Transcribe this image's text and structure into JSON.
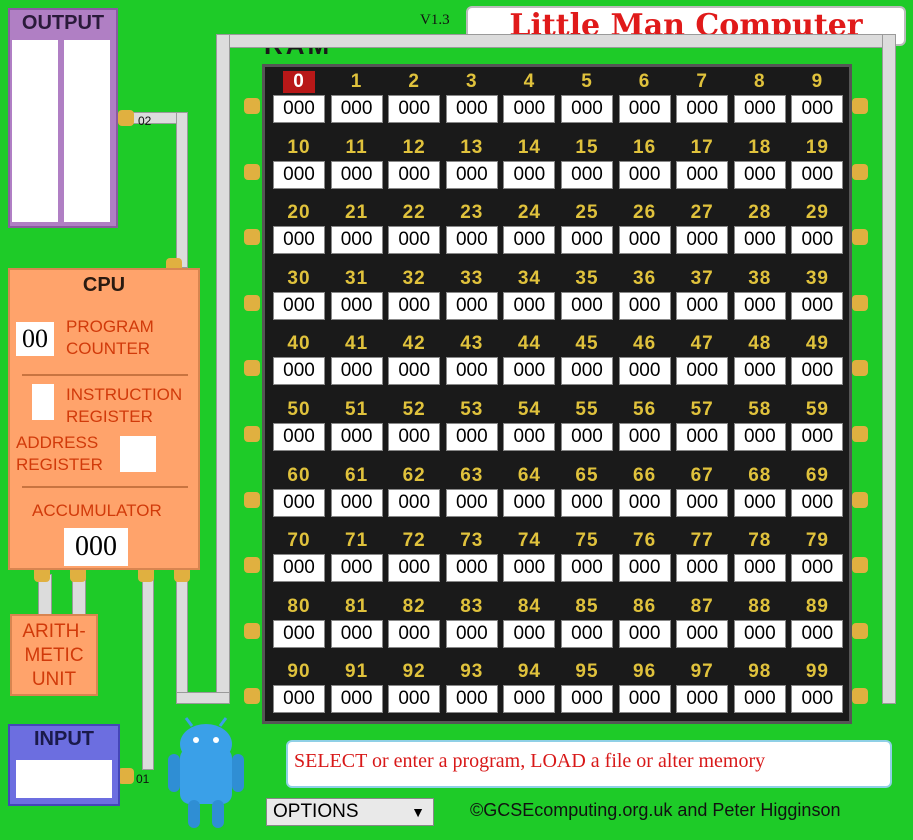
{
  "app": {
    "version": "V1.3",
    "title": "Little Man Computer",
    "ram_label": "RAM",
    "credit": "©GCSEcomputing.org.uk and Peter Higginson",
    "message": "SELECT or enter a program, LOAD a file or alter memory"
  },
  "output": {
    "label": "OUTPUT",
    "pin": "02"
  },
  "input": {
    "label": "INPUT",
    "pin": "01",
    "value": ""
  },
  "cpu": {
    "label": "CPU",
    "program_counter_label_1": "PROGRAM",
    "program_counter_label_2": "COUNTER",
    "program_counter_value": "00",
    "instruction_register_label_1": "INSTRUCTION",
    "instruction_register_label_2": "REGISTER",
    "instruction_register_value": "",
    "address_register_label_1": "ADDRESS",
    "address_register_label_2": "REGISTER",
    "address_register_value": "",
    "accumulator_label": "ACCUMULATOR",
    "accumulator_value": "000"
  },
  "alu": {
    "line1": "ARITH-",
    "line2": "METIC",
    "line3": "UNIT"
  },
  "options": {
    "selected": "OPTIONS",
    "arrow": "▼"
  },
  "ram": {
    "active_address": 0,
    "cells": [
      "000",
      "000",
      "000",
      "000",
      "000",
      "000",
      "000",
      "000",
      "000",
      "000",
      "000",
      "000",
      "000",
      "000",
      "000",
      "000",
      "000",
      "000",
      "000",
      "000",
      "000",
      "000",
      "000",
      "000",
      "000",
      "000",
      "000",
      "000",
      "000",
      "000",
      "000",
      "000",
      "000",
      "000",
      "000",
      "000",
      "000",
      "000",
      "000",
      "000",
      "000",
      "000",
      "000",
      "000",
      "000",
      "000",
      "000",
      "000",
      "000",
      "000",
      "000",
      "000",
      "000",
      "000",
      "000",
      "000",
      "000",
      "000",
      "000",
      "000",
      "000",
      "000",
      "000",
      "000",
      "000",
      "000",
      "000",
      "000",
      "000",
      "000",
      "000",
      "000",
      "000",
      "000",
      "000",
      "000",
      "000",
      "000",
      "000",
      "000",
      "000",
      "000",
      "000",
      "000",
      "000",
      "000",
      "000",
      "000",
      "000",
      "000",
      "000",
      "000",
      "000",
      "000",
      "000",
      "000",
      "000",
      "000",
      "000",
      "000"
    ]
  }
}
